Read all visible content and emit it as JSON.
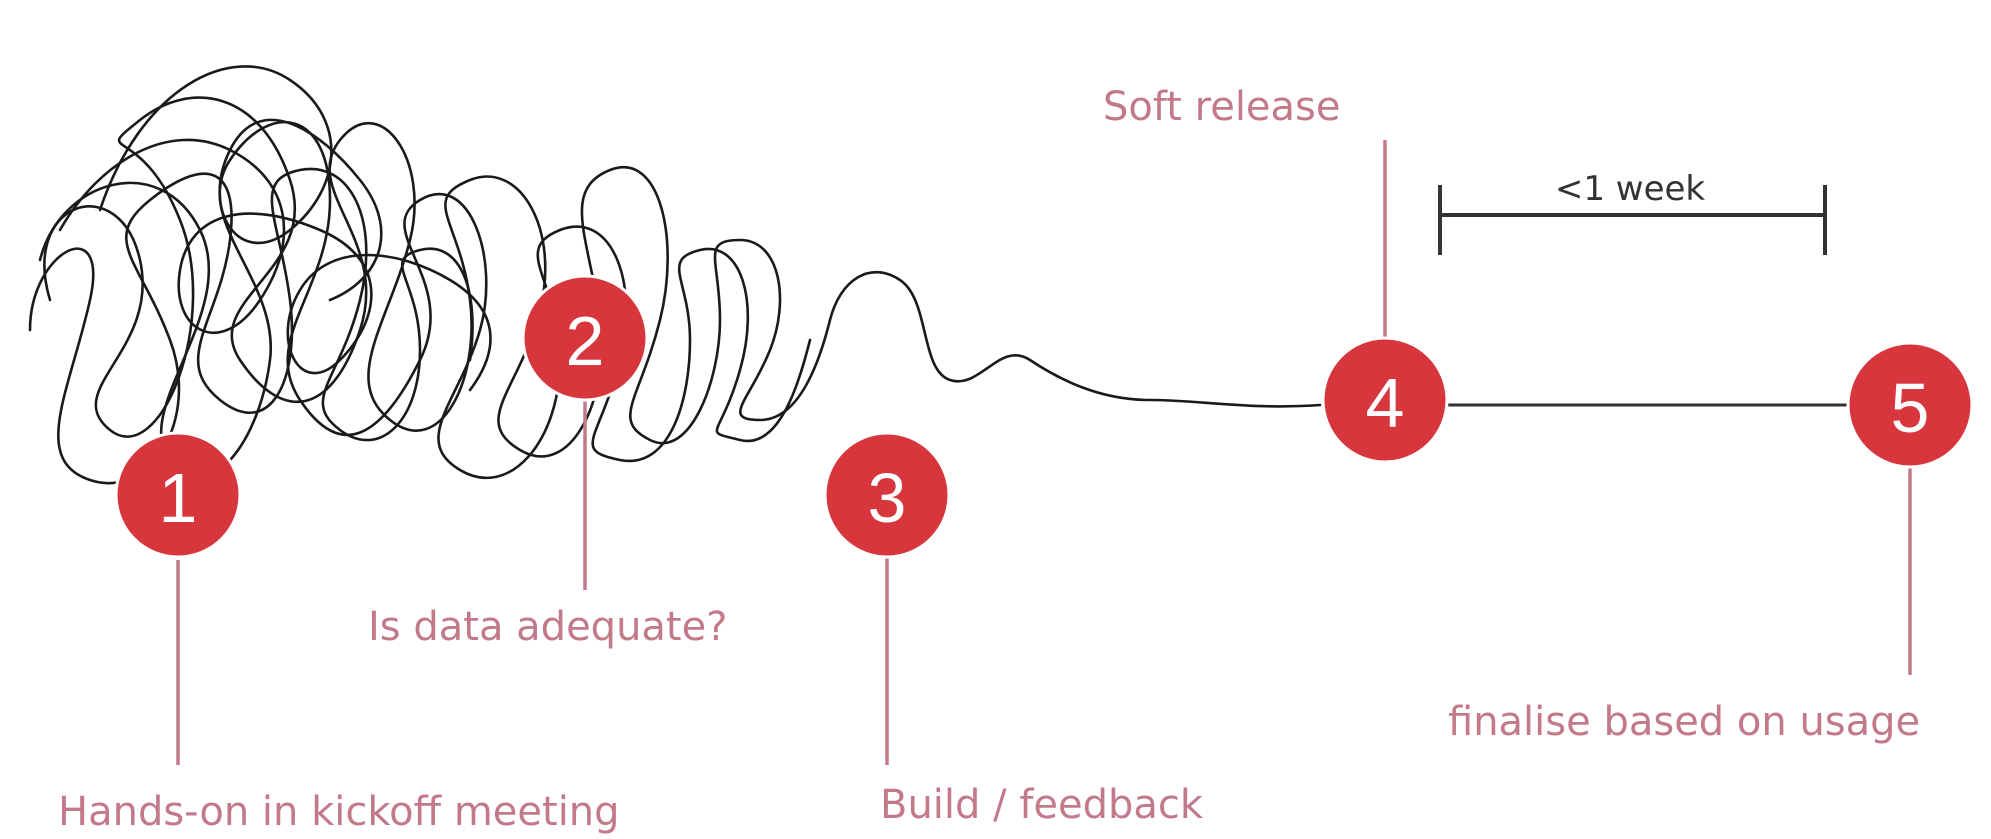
{
  "steps": [
    {
      "number": "1",
      "label": "Hands-on in kickoff meeting"
    },
    {
      "number": "2",
      "label": "Is data adequate?"
    },
    {
      "number": "3",
      "label": "Build / feedback"
    },
    {
      "number": "4",
      "label": "Soft release"
    },
    {
      "number": "5",
      "label": "finalise based on usage"
    }
  ],
  "duration": {
    "label": "<1 week"
  },
  "colors": {
    "marker": "#d8363d",
    "label": "#c27a8a",
    "line": "#1a1a1a"
  }
}
